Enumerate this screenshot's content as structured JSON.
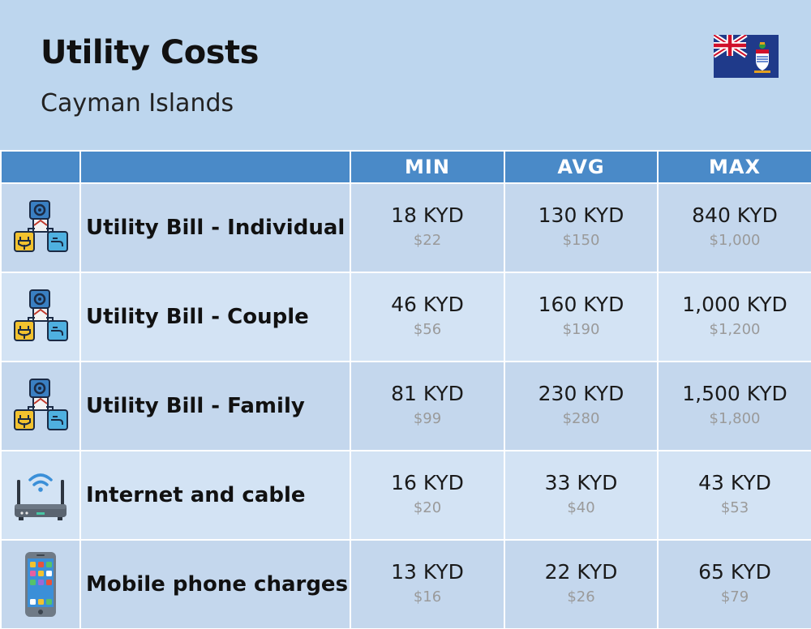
{
  "header": {
    "title": "Utility Costs",
    "subtitle": "Cayman Islands",
    "flag_icon": "cayman-islands-flag"
  },
  "table": {
    "columns": [
      "MIN",
      "AVG",
      "MAX"
    ],
    "rows": [
      {
        "icon": "utilities-icon",
        "label": "Utility Bill - Individual",
        "min": {
          "local": "18 KYD",
          "usd": "$22"
        },
        "avg": {
          "local": "130 KYD",
          "usd": "$150"
        },
        "max": {
          "local": "840 KYD",
          "usd": "$1,000"
        }
      },
      {
        "icon": "utilities-icon",
        "label": "Utility Bill - Couple",
        "min": {
          "local": "46 KYD",
          "usd": "$56"
        },
        "avg": {
          "local": "160 KYD",
          "usd": "$190"
        },
        "max": {
          "local": "1,000 KYD",
          "usd": "$1,200"
        }
      },
      {
        "icon": "utilities-icon",
        "label": "Utility Bill - Family",
        "min": {
          "local": "81 KYD",
          "usd": "$99"
        },
        "avg": {
          "local": "230 KYD",
          "usd": "$280"
        },
        "max": {
          "local": "1,500 KYD",
          "usd": "$1,800"
        }
      },
      {
        "icon": "wifi-router-icon",
        "label": "Internet and cable",
        "min": {
          "local": "16 KYD",
          "usd": "$20"
        },
        "avg": {
          "local": "33 KYD",
          "usd": "$40"
        },
        "max": {
          "local": "43 KYD",
          "usd": "$53"
        }
      },
      {
        "icon": "smartphone-icon",
        "label": "Mobile phone charges",
        "min": {
          "local": "13 KYD",
          "usd": "$16"
        },
        "avg": {
          "local": "22 KYD",
          "usd": "$26"
        },
        "max": {
          "local": "65 KYD",
          "usd": "$79"
        }
      }
    ]
  },
  "colors": {
    "background": "#bdd6ee",
    "header_row": "#4a8ac8",
    "row_odd": "#c4d7ed",
    "row_even": "#d3e3f4",
    "usd_text": "#9a9a9a"
  }
}
